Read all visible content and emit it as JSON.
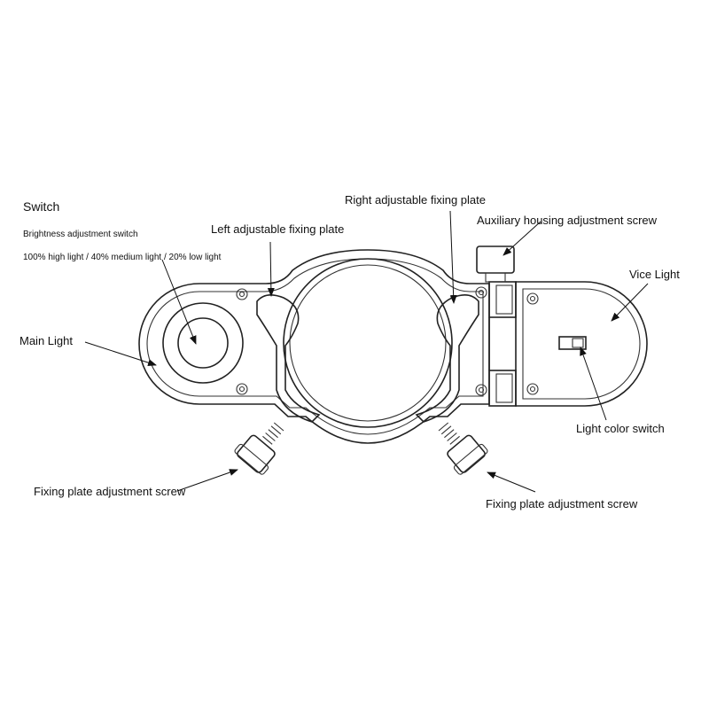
{
  "labels": {
    "switch_title": "Switch",
    "switch_line1": "Brightness adjustment switch",
    "switch_line2": "100% high light / 40% medium light / 20% low light",
    "left_plate": "Left adjustable fixing plate",
    "right_plate": "Right adjustable fixing plate",
    "aux_screw": "Auxiliary housing adjustment screw",
    "vice_light": "Vice Light",
    "main_light": "Main Light",
    "light_color_switch": "Light color switch",
    "fixing_screw_left": "Fixing plate adjustment screw",
    "fixing_screw_right": "Fixing plate adjustment screw"
  },
  "colors": {
    "line": "#222222",
    "text": "#111111",
    "background": "#ffffff"
  }
}
